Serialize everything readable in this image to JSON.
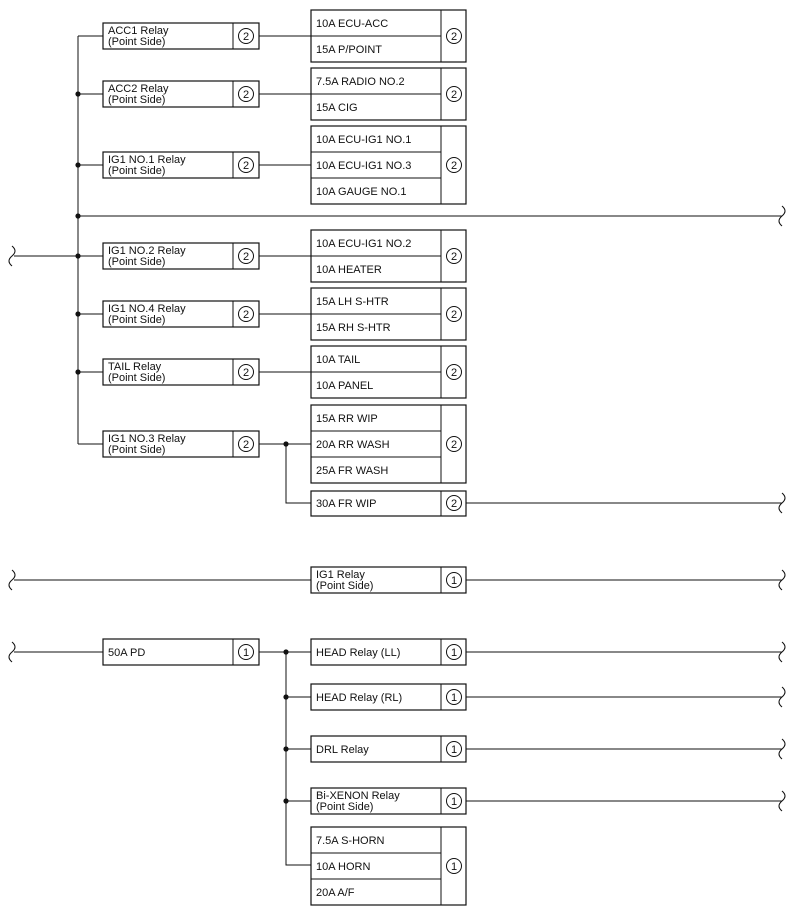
{
  "colors": {
    "line": "#111111",
    "background": "#ffffff"
  },
  "relays": {
    "acc1": {
      "line1": "ACC1 Relay",
      "line2": "(Point Side)",
      "num": "2"
    },
    "acc2": {
      "line1": "ACC2 Relay",
      "line2": "(Point Side)",
      "num": "2"
    },
    "ig1no1": {
      "line1": "IG1 NO.1 Relay",
      "line2": "(Point Side)",
      "num": "2"
    },
    "ig1no2": {
      "line1": "IG1 NO.2 Relay",
      "line2": "(Point Side)",
      "num": "2"
    },
    "ig1no4": {
      "line1": "IG1 NO.4 Relay",
      "line2": "(Point Side)",
      "num": "2"
    },
    "tail": {
      "line1": "TAIL Relay",
      "line2": "(Point Side)",
      "num": "2"
    },
    "ig1no3": {
      "line1": "IG1 NO.3 Relay",
      "line2": "(Point Side)",
      "num": "2"
    },
    "ig1": {
      "line1": "IG1 Relay",
      "line2": "(Point Side)",
      "num": "1"
    },
    "pd50": {
      "line1": "50A PD",
      "num": "1"
    },
    "headll": {
      "line1": "HEAD Relay (LL)",
      "num": "1"
    },
    "headrl": {
      "line1": "HEAD Relay (RL)",
      "num": "1"
    },
    "drl": {
      "line1": "DRL Relay",
      "num": "1"
    },
    "bixenon": {
      "line1": "Bi-XENON Relay",
      "line2": "(Point Side)",
      "num": "1"
    }
  },
  "fuse_groups": {
    "acc1": {
      "items": [
        "10A ECU-ACC",
        "15A P/POINT"
      ],
      "num": "2"
    },
    "acc2": {
      "items": [
        "7.5A RADIO NO.2",
        "15A CIG"
      ],
      "num": "2"
    },
    "ig1no1": {
      "items": [
        "10A ECU-IG1 NO.1",
        "10A ECU-IG1 NO.3",
        "10A GAUGE NO.1"
      ],
      "num": "2"
    },
    "ig1no2": {
      "items": [
        "10A ECU-IG1 NO.2",
        "10A HEATER"
      ],
      "num": "2"
    },
    "ig1no4": {
      "items": [
        "15A LH S-HTR",
        "15A RH S-HTR"
      ],
      "num": "2"
    },
    "tail": {
      "items": [
        "10A TAIL",
        "10A PANEL"
      ],
      "num": "2"
    },
    "ig1no3": {
      "items": [
        "15A RR WIP",
        "20A RR WASH",
        "25A FR WASH"
      ],
      "num": "2"
    },
    "frwip": {
      "items": [
        "30A FR WIP"
      ],
      "num": "2"
    },
    "horn": {
      "items": [
        "7.5A S-HORN",
        "10A HORN",
        "20A A/F"
      ],
      "num": "1"
    }
  }
}
